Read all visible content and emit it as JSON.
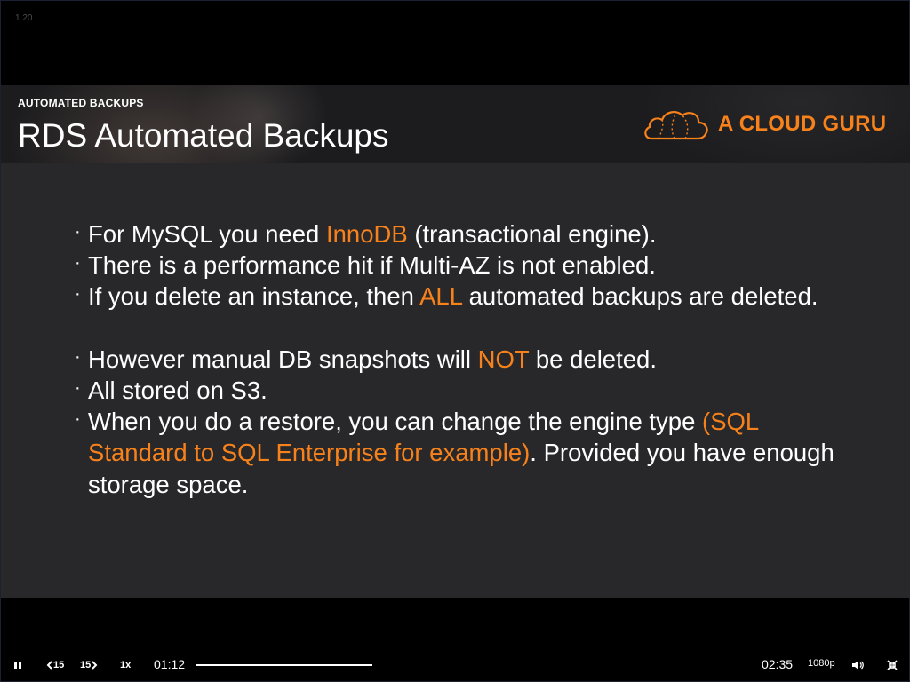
{
  "player": {
    "version_label": "1.20",
    "controls": {
      "skip_back_label": "15",
      "skip_forward_label": "15",
      "speed_label": "1x",
      "current_time": "01:12",
      "duration": "02:35",
      "quality_label": "1080p",
      "progress_fraction": 0.46
    }
  },
  "slide": {
    "section_label": "AUTOMATED BACKUPS",
    "title": "RDS Automated Backups",
    "logo_text": "A CLOUD GURU",
    "accent_color": "#f7821b",
    "bullets": [
      {
        "pre": "For MySQL you need ",
        "hl": "InnoDB",
        "post": " (transactional engine)."
      },
      {
        "pre": "There is a performance hit if Multi-AZ is not enabled.",
        "hl": "",
        "post": ""
      },
      {
        "pre": "If you delete an instance, then ",
        "hl": "ALL",
        "post": " automated backups are deleted."
      },
      {
        "pre": "However manual DB snapshots will ",
        "hl": "NOT",
        "post": " be deleted."
      },
      {
        "pre": "All stored on S3.",
        "hl": "",
        "post": ""
      },
      {
        "pre": "When you do a restore, you can change the engine type ",
        "hl": "(SQL Standard to SQL Enterprise for example)",
        "post": ". Provided you have enough storage space."
      }
    ]
  }
}
